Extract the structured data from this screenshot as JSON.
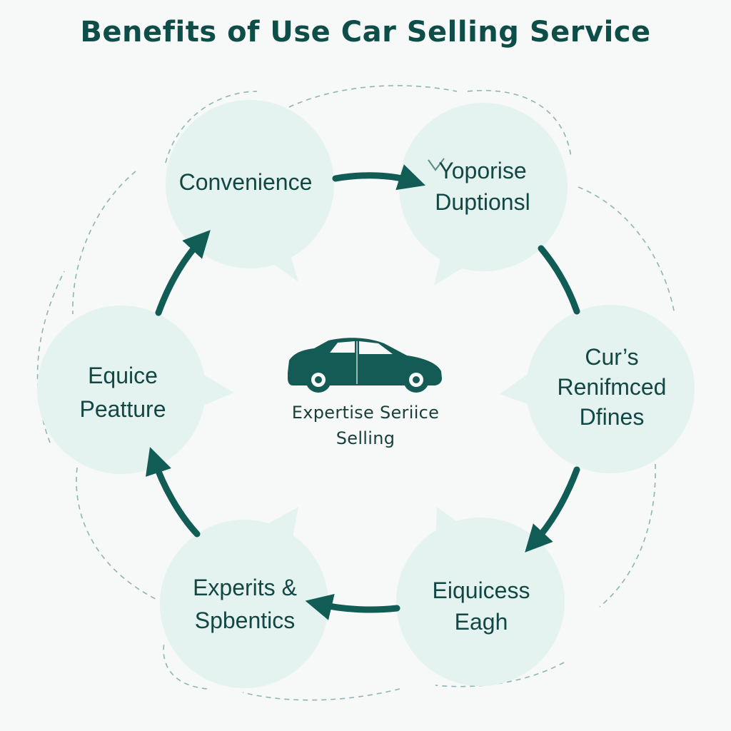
{
  "title": "Benefits of Use  Car Selling Service",
  "colors": {
    "background": "#f7f8f8",
    "bubble": "#e4f3f0",
    "accent": "#115c55",
    "text": "#124744",
    "dashed": "#8fb5b0"
  },
  "center": {
    "icon": "car-icon",
    "line1": "Expertise Seriice",
    "line2": "Selling"
  },
  "nodes": [
    {
      "line1": "Convenience",
      "line2": ""
    },
    {
      "line1": "Yoporise",
      "line2": "Duptionsl"
    },
    {
      "line1": "Cur’s",
      "line2": "Renifmced",
      "line3": "Dfines"
    },
    {
      "line1": "Eiquicess",
      "line2": "Eagh"
    },
    {
      "line1": "Experits &",
      "line2": "Spbentics"
    },
    {
      "line1": "Equice",
      "line2": "Peatture"
    }
  ]
}
